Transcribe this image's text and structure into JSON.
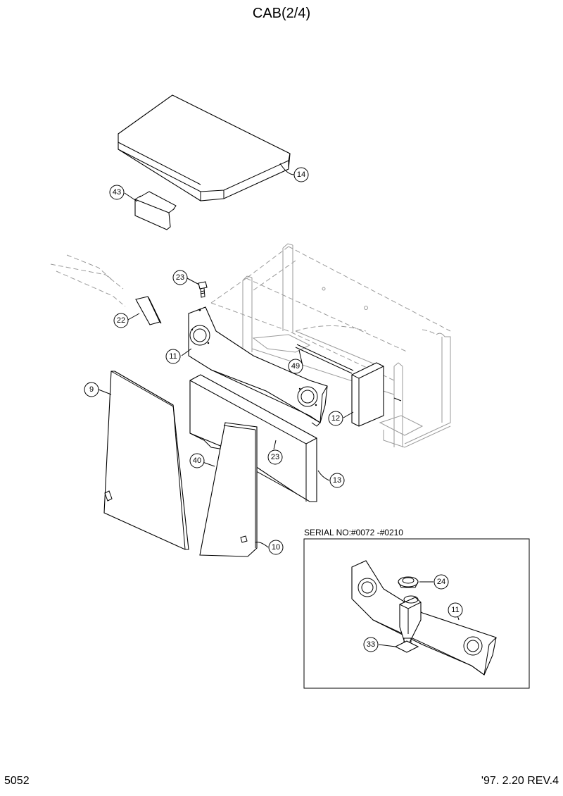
{
  "title": "CAB(2/4)",
  "page_number": "5052",
  "revision": "'97. 2.20  REV.4",
  "inset": {
    "serial_label": "SERIAL NO:#0072 -#0210"
  },
  "callouts": {
    "c14": "14",
    "c43": "43",
    "c23a": "23",
    "c22": "22",
    "c11": "11",
    "c49": "49",
    "c9": "9",
    "c12": "12",
    "c23b": "23",
    "c40": "40",
    "c13": "13",
    "c10": "10",
    "c24": "24",
    "c11b": "11",
    "c33": "33"
  }
}
